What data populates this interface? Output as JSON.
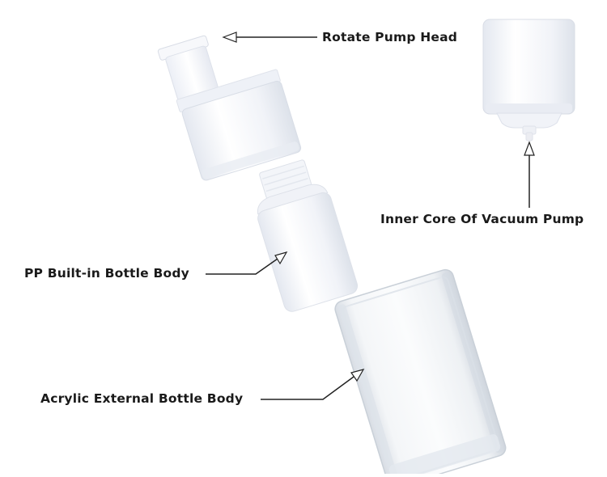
{
  "labels": {
    "rotate_pump_head": "Rotate Pump Head",
    "inner_core": "Inner Core Of Vacuum Pump",
    "pp_bottle": "PP Built-in Bottle Body",
    "acrylic_bottle": "Acrylic External Bottle Body"
  },
  "colors": {
    "background": "#ffffff",
    "label_text": "#1a1a1a",
    "leader_line": "#222222",
    "white_plastic": "#f4f6fa",
    "clear_acrylic": "#e9edf1"
  }
}
